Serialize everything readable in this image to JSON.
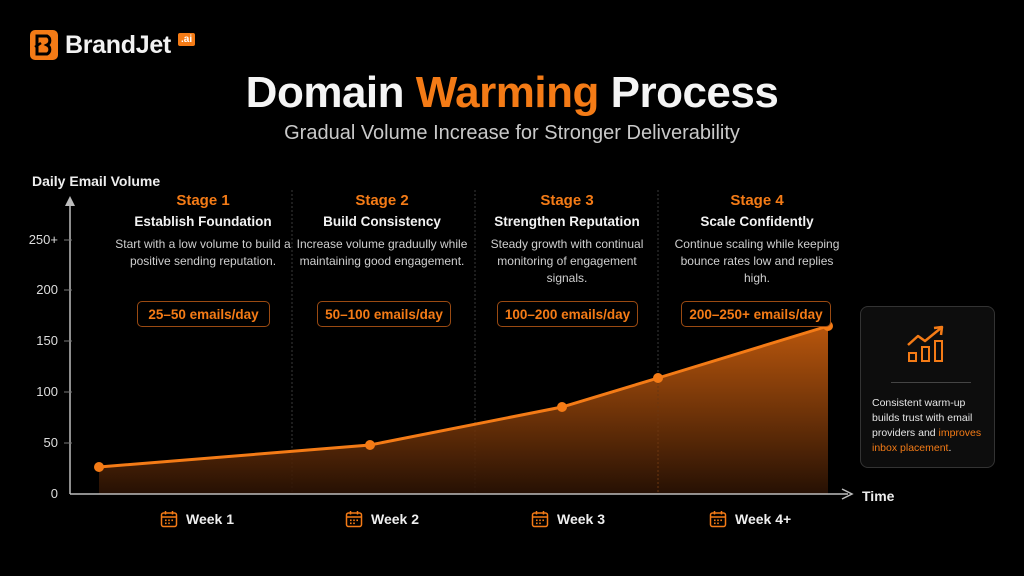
{
  "brand": {
    "name": "BrandJet",
    "badge": ".ai"
  },
  "header": {
    "title_part1": "Domain",
    "title_accent": "Warming",
    "title_part2": "Process",
    "subtitle": "Gradual Volume Increase for Stronger Deliverability"
  },
  "axes": {
    "ylabel": "Daily Email Volume",
    "xlabel": "Time",
    "yticks": [
      "0",
      "50",
      "100",
      "150",
      "200",
      "250+"
    ]
  },
  "stages": [
    {
      "num": "Stage 1",
      "name": "Establish Foundation",
      "desc": "Start with a low volume to build a positive sending reputation.",
      "range": "25–50 emails/day",
      "week": "Week 1"
    },
    {
      "num": "Stage 2",
      "name": "Build Consistency",
      "desc": "Increase volume graduully while maintaining good engagement.",
      "range": "50–100 emails/day",
      "week": "Week 2"
    },
    {
      "num": "Stage 3",
      "name": "Strengthen Reputation",
      "desc": "Steady growth with continual monitoring of engagement signals.",
      "range": "100–200 emails/day",
      "week": "Week 3"
    },
    {
      "num": "Stage 4",
      "name": "Scale Confidently",
      "desc": "Continue scaling while keeping bounce rates low and replies high.",
      "range": "200–250+ emails/day",
      "week": "Week 4+"
    }
  ],
  "side_card": {
    "icon": "growth-chart-icon",
    "text_plain": "Consistent warm-up builds trust with email providers and ",
    "text_highlight": "improves inbox placement",
    "text_end": "."
  },
  "colors": {
    "accent": "#f47b16",
    "background": "#000000",
    "text": "#f2f2f2"
  },
  "chart_data": {
    "type": "area",
    "title": "Domain Warming Process",
    "subtitle": "Gradual Volume Increase for Stronger Deliverability",
    "xlabel": "Time",
    "ylabel": "Daily Email Volume",
    "categories": [
      "Week 1",
      "Week 2",
      "Week 3",
      "Week 4+"
    ],
    "x": [
      0.0,
      1.0,
      2.0,
      2.5,
      3.35
    ],
    "values": [
      26,
      48,
      85,
      114,
      165
    ],
    "ytick_labels": [
      "0",
      "50",
      "100",
      "150",
      "200",
      "250+"
    ],
    "ylim": [
      0,
      250
    ],
    "grid": false,
    "legend": "none",
    "annotations": [
      "25–50 emails/day",
      "50–100 emails/day",
      "100–200 emails/day",
      "200–250+ emails/day"
    ]
  }
}
